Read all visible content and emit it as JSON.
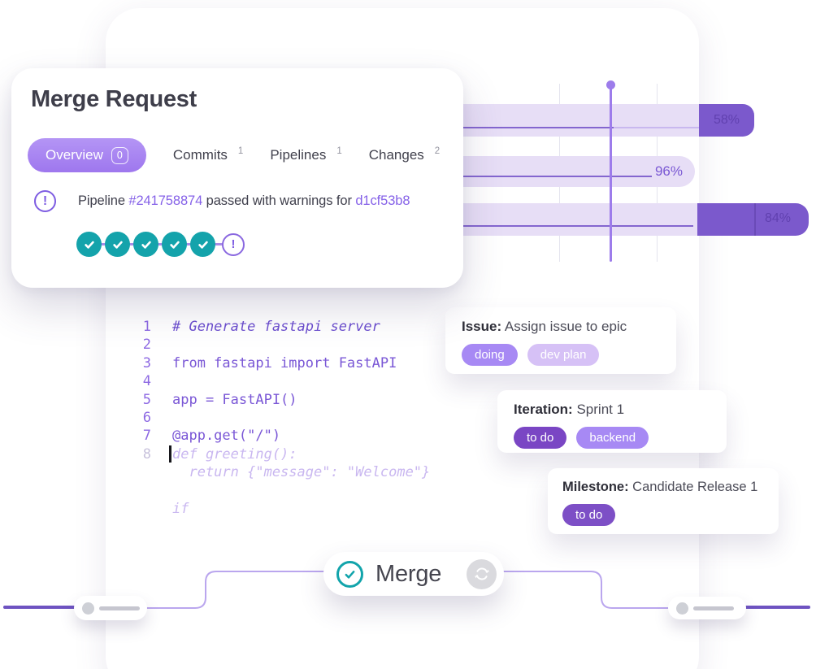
{
  "colors": {
    "accent_purple": "#8561e8",
    "bar_light_purple": "#e7def6",
    "bar_dark_purple": "#7b59cc",
    "timeline_purple": "#9d7ceb",
    "teal": "#14a3ab",
    "code_purple": "#7a57d6",
    "code_ghost": "#c9b7f0",
    "label_doing": "#a789f4",
    "label_dev_plan": "#d6c1f6",
    "label_to_do": "#7a46c4",
    "label_backend": "#a789f4",
    "label_to_do_milestone": "#7d4fc6"
  },
  "merge_request": {
    "title": "Merge Request",
    "tabs": [
      {
        "label": "Overview",
        "badge": "0"
      },
      {
        "label": "Commits",
        "count": "1"
      },
      {
        "label": "Pipelines",
        "count": "1"
      },
      {
        "label": "Changes",
        "count": "2"
      }
    ],
    "status": {
      "icon": "warning-circle",
      "p1": "Pipeline ",
      "link1": "#241758874",
      "p2": " passed with warnings for ",
      "link2": "d1cf53b8",
      "warning_glyph": "!"
    },
    "pipeline": {
      "passed_steps": 5,
      "warning_steps": 1,
      "warning_glyph": "!"
    }
  },
  "chart_data": {
    "type": "bar",
    "orientation": "horizontal",
    "series": [
      {
        "name": "row-1",
        "value": 58,
        "value_label": "58%"
      },
      {
        "name": "row-2",
        "value": 96,
        "value_label": "96%"
      },
      {
        "name": "row-3",
        "value": 84,
        "value_label": "84%"
      }
    ],
    "legend_position": "none",
    "grid": true,
    "note": "progress bars with a vertical today-marker line; left ends hidden behind merge request card"
  },
  "code_editor": {
    "lines": [
      {
        "num": "1",
        "text": "# Generate fastapi server"
      },
      {
        "num": "2",
        "text": ""
      },
      {
        "num": "3",
        "text": "from fastapi import FastAPI"
      },
      {
        "num": "4",
        "text": ""
      },
      {
        "num": "5",
        "text": "app = FastAPI()"
      },
      {
        "num": "6",
        "text": ""
      },
      {
        "num": "7",
        "text": "@app.get(\"/\")"
      },
      {
        "num": "8",
        "text": "def greeting():"
      },
      {
        "num": "",
        "text": "  return {\"message\": \"Welcome\"}"
      },
      {
        "num": "",
        "text": ""
      },
      {
        "num": "",
        "text": "if"
      }
    ]
  },
  "cards": [
    {
      "type_label": "Issue:",
      "title": " Assign issue to epic",
      "labels": [
        "doing",
        "dev plan"
      ]
    },
    {
      "type_label": "Iteration:",
      "title": " Sprint 1",
      "labels": [
        "to do",
        "backend"
      ]
    },
    {
      "type_label": "Milestone:",
      "title": " Candidate Release 1",
      "labels": [
        "to do"
      ]
    }
  ],
  "merge_action": {
    "label": "Merge"
  }
}
